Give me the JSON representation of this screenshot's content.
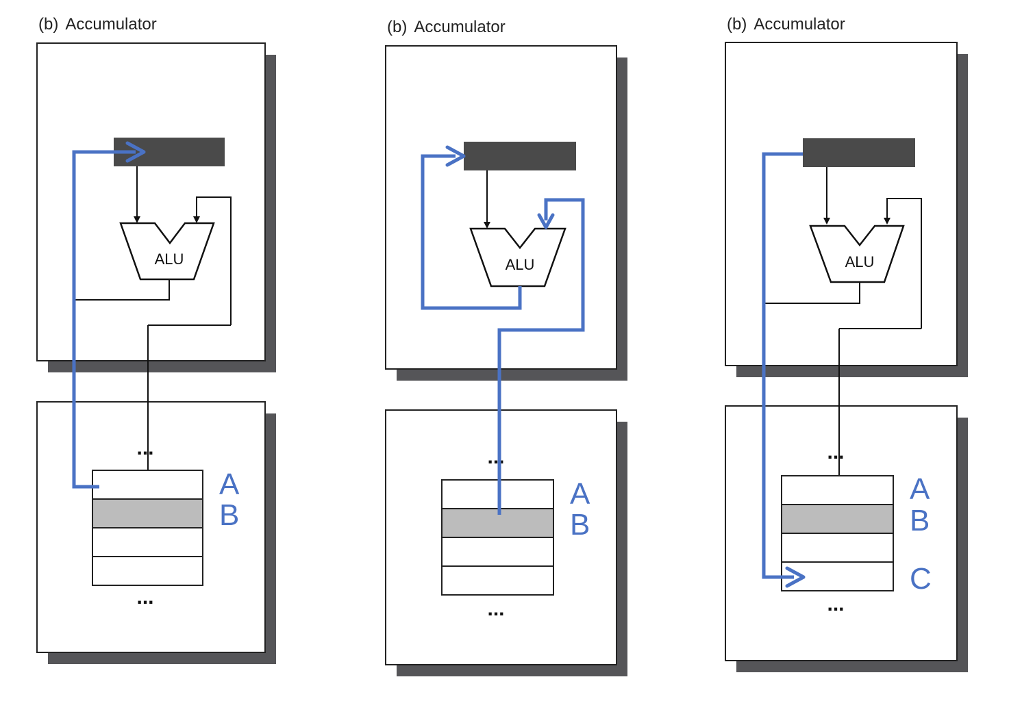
{
  "colors": {
    "path": "#4a72c4",
    "shadow": "#555558",
    "register": "#4a4a4a",
    "highlight_cell": "#bcbcbc"
  },
  "panels": [
    {
      "tag": "(b)",
      "title": "Accumulator",
      "alu": "ALU",
      "dots_top": "...",
      "dots_bottom": "...",
      "labels": [
        "A",
        "B"
      ]
    },
    {
      "tag": "(b)",
      "title": "Accumulator",
      "alu": "ALU",
      "dots_top": "...",
      "dots_bottom": "...",
      "labels": [
        "A",
        "B"
      ]
    },
    {
      "tag": "(b)",
      "title": "Accumulator",
      "alu": "ALU",
      "dots_top": "...",
      "dots_bottom": "...",
      "labels": [
        "A",
        "B",
        "C"
      ]
    }
  ]
}
